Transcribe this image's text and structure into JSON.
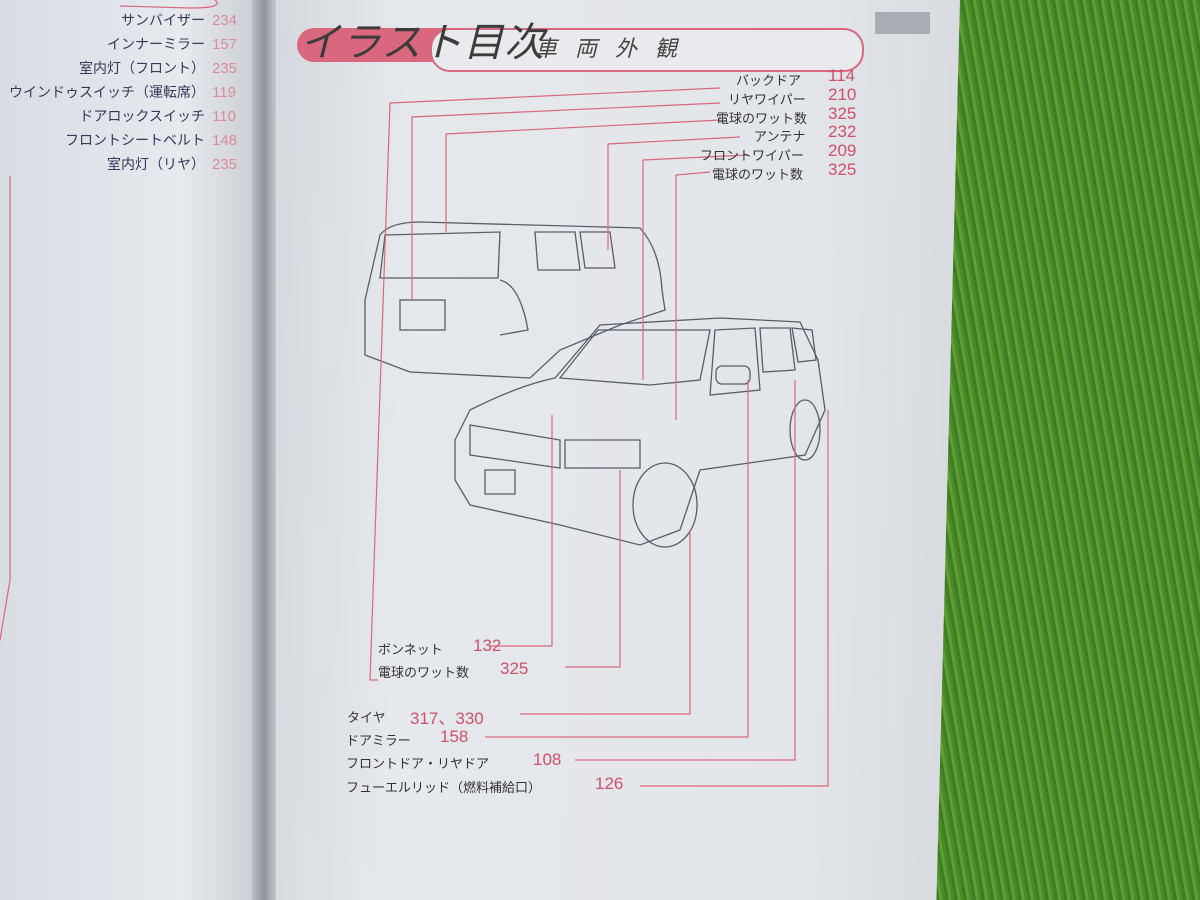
{
  "left_page": {
    "labels": [
      "サンバイザー",
      "インナーミラー",
      "室内灯（フロント）",
      "ウインドゥスイッチ（運転席）",
      "ドアロックスイッチ",
      "フロントシートベルト",
      "室内灯（リヤ）"
    ],
    "pages": [
      "234",
      "157",
      "235",
      "119",
      "110",
      "148",
      "235"
    ]
  },
  "header": {
    "title": "イラスト目次",
    "subtitle": "車両外観"
  },
  "top_callouts": [
    {
      "label": "バックドア",
      "page": "114"
    },
    {
      "label": "リヤワイパー",
      "page": "210"
    },
    {
      "label": "電球のワット数",
      "page": "325"
    },
    {
      "label": "アンテナ",
      "page": "232"
    },
    {
      "label": "フロントワイパー",
      "page": "209"
    },
    {
      "label": "電球のワット数",
      "page": "325"
    }
  ],
  "bottom_callouts": [
    {
      "label": "ボンネット",
      "page": "132"
    },
    {
      "label": "電球のワット数",
      "page": "325"
    },
    {
      "label": "タイヤ",
      "page": "317、330"
    },
    {
      "label": "ドアミラー",
      "page": "158"
    },
    {
      "label": "フロントドア・リヤドア",
      "page": "108"
    },
    {
      "label": "フューエルリッド（燃料補給口）",
      "page": "126"
    }
  ],
  "colors": {
    "accent": "#d9687e",
    "grass": "#4f8f2c",
    "page": "#e3e6ea"
  }
}
